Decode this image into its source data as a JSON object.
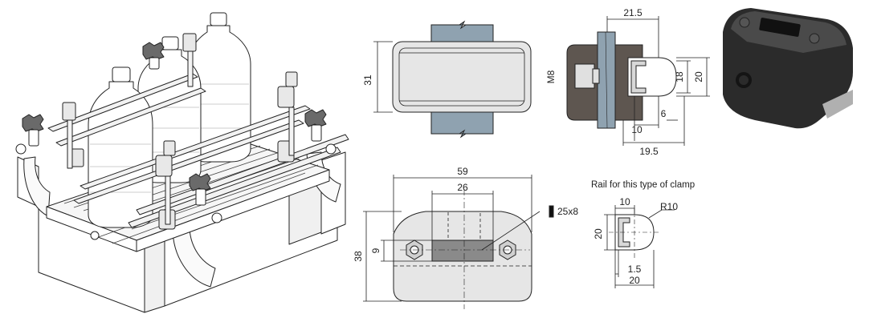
{
  "top_view": {
    "height_dim": "31"
  },
  "section_view": {
    "bolt_label": "M8",
    "dim_width_top": "21.5",
    "dim_18": "18",
    "dim_20": "20",
    "dim_10": "10",
    "dim_6": "6",
    "dim_19_5": "19.5"
  },
  "front_view": {
    "dim_59": "59",
    "dim_26": "26",
    "dim_38": "38",
    "dim_9": "9",
    "slot_label": "25x8"
  },
  "rail": {
    "caption": "Rail for this type of clamp",
    "dim_10": "10",
    "dim_r10": "R10",
    "dim_20_height": "20",
    "dim_1_5": "1.5",
    "dim_20_width": "20"
  },
  "colors": {
    "clamp_dark": "#5e5650",
    "clamp_light": "#e6e6e6",
    "plate_blue": "#8fa2b0",
    "photo_body": "#2b2b2b",
    "line": "#222222"
  }
}
